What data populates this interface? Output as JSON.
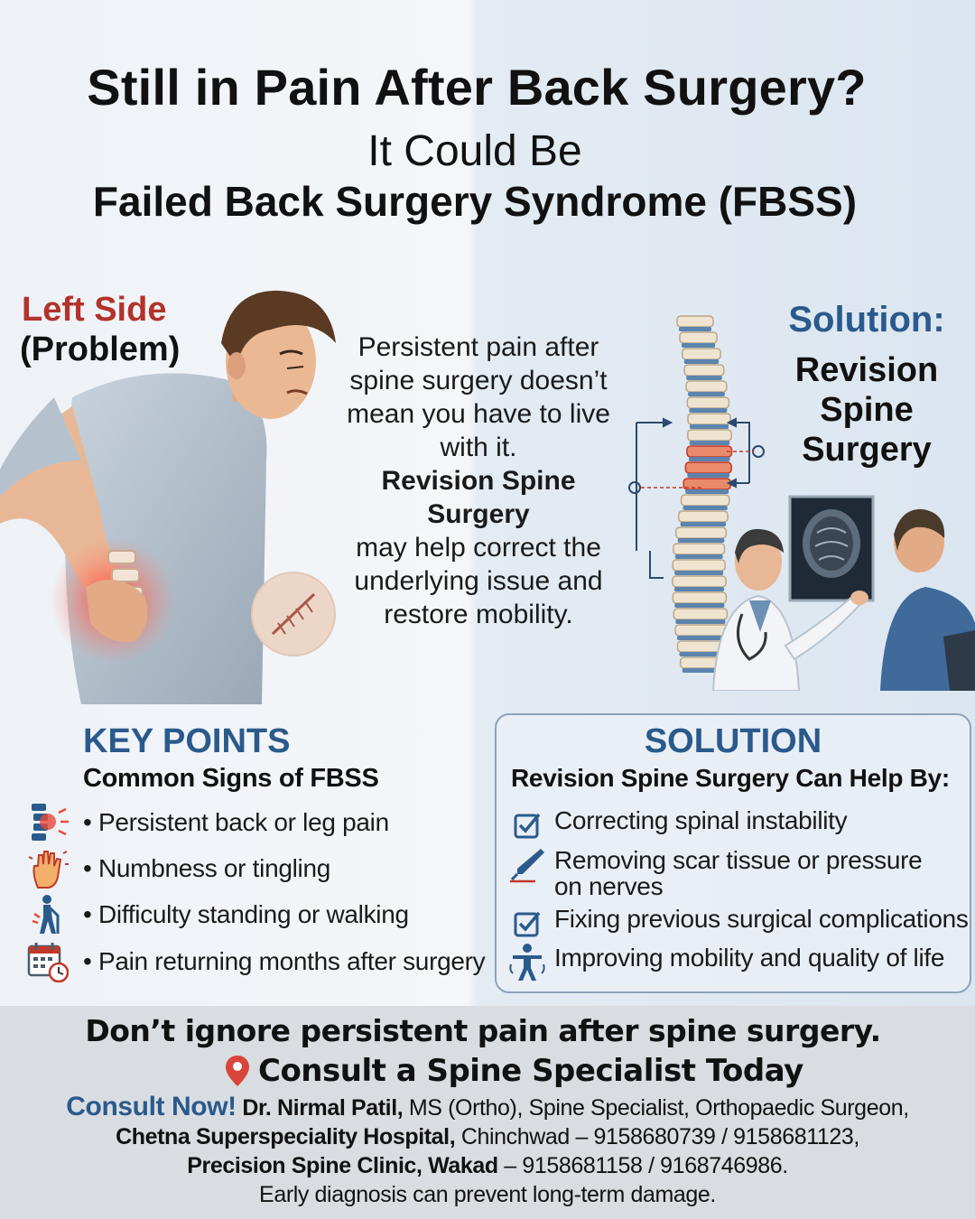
{
  "header": {
    "title": "Still in Pain After Back Surgery?",
    "subtitle": "It Could Be",
    "condition": "Failed Back Surgery Syndrome (FBSS)"
  },
  "left_panel": {
    "label": "Left Side",
    "sublabel": "(Problem)"
  },
  "center_message": {
    "line1": "Persistent pain after",
    "line2": "spine surgery doesn’t",
    "line3": "mean you have to live",
    "line4": "with it.",
    "highlight": "Revision Spine Surgery",
    "line5": "may help correct the",
    "line6": "underlying issue and",
    "line7": "restore mobility."
  },
  "right_panel": {
    "label": "Solution:",
    "title_line1": "Revision",
    "title_line2": "Spine",
    "title_line3": "Surgery"
  },
  "key_points": {
    "heading": "KEY POINTS",
    "subheading": "Common Signs of FBSS",
    "items": [
      {
        "icon": "spine-pain-icon",
        "text": "• Persistent back or leg pain"
      },
      {
        "icon": "hand-tingling-icon",
        "text": "• Numbness or tingling"
      },
      {
        "icon": "walking-cane-icon",
        "text": "• Difficulty standing or walking"
      },
      {
        "icon": "calendar-clock-icon",
        "text": "• Pain returning months after surgery"
      }
    ]
  },
  "solution_box": {
    "heading": "SOLUTION",
    "subheading": "Revision Spine Surgery Can Help By:",
    "items": [
      {
        "icon": "checkbox-icon",
        "text": "Correcting spinal instability"
      },
      {
        "icon": "scalpel-icon",
        "text": "Removing scar tissue or pressure on nerves",
        "line1": "Removing scar tissue or pressure",
        "line2": "on nerves"
      },
      {
        "icon": "checkbox-icon",
        "text": "Fixing previous surgical complications"
      },
      {
        "icon": "person-mobility-icon",
        "text": "Improving mobility and quality of life"
      }
    ]
  },
  "footer": {
    "line1": "Don’t ignore persistent pain after spine surgery.",
    "cta": "Consult a Spine Specialist Today",
    "consult_now": "Consult Now!",
    "doctor": "Dr. Nirmal Patil,",
    "credentials": " MS (Ortho), Spine Specialist, Orthopaedic Surgeon,",
    "hospital1": "Chetna Superspeciality Hospital,",
    "hospital1_detail": " Chinchwad – 9158680739 / 9158681123,",
    "hospital2": "Precision Spine Clinic, Wakad",
    "hospital2_detail": " – 9158681158 / 9168746986.",
    "closing": "Early diagnosis can prevent long-term damage."
  },
  "colors": {
    "accent_blue": "#2a5a8c",
    "accent_red": "#b3332a",
    "footer_bg": "#d9dde2"
  }
}
